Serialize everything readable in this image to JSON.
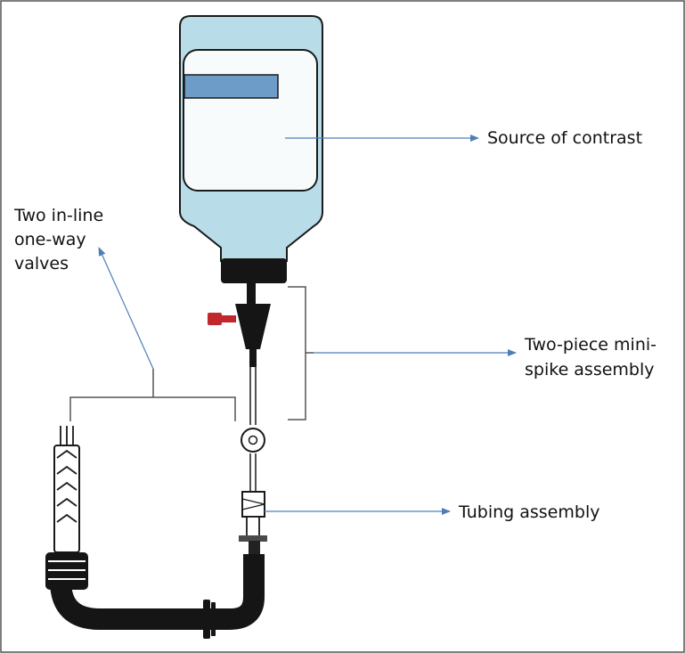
{
  "labels": {
    "source": "Source of contrast",
    "valves_line1": "Two in-line",
    "valves_line2": "one-way",
    "valves_line3": "valves",
    "spike_line1": "Two-piece mini-",
    "spike_line2": "spike assembly",
    "tubing": "Tubing assembly"
  },
  "colors": {
    "bottle_fill": "#b8dde8",
    "label_panel": "#f8fbfc",
    "label_stripe": "#6e9cc8",
    "arrow": "#4f7dba",
    "tubing": "#151515",
    "stopcock": "#c0282d",
    "frame": "#555555"
  },
  "icons": {
    "bottle": "contrast-bottle-icon",
    "spike": "mini-spike-icon",
    "syringe": "syringe-icon",
    "tubing": "tubing-icon"
  }
}
